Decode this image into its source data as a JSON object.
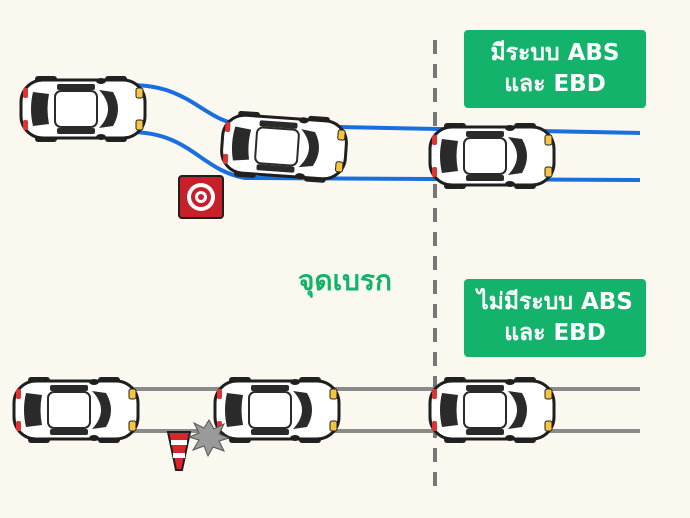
{
  "labels": {
    "with_abs": [
      "มีระบบ ABS",
      "และ EBD"
    ],
    "without_abs": [
      "ไม่มีระบบ ABS",
      "และ EBD"
    ],
    "brake_point": "จุดเบรก"
  },
  "colors": {
    "background": "#fbf8ef",
    "accent_green": "#13b36b",
    "abs_path": "#1a6fe0",
    "no_abs_path": "#8a8a8a",
    "obstacle_red": "#c8202a",
    "car_body": "#ffffff",
    "car_glass": "#2a2a2a"
  },
  "icons": [
    "car-icon",
    "target-obstacle-icon",
    "traffic-cone-icon",
    "impact-burst-icon"
  ]
}
